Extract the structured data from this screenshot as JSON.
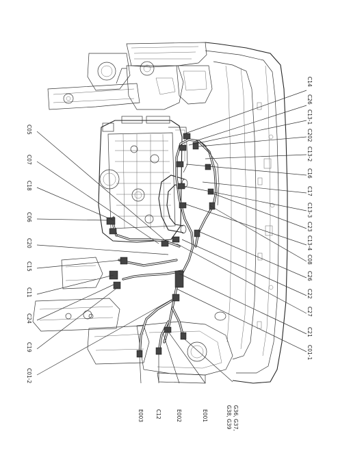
{
  "diagram": {
    "connector_labels": {
      "C14": "C14",
      "C26": "C26",
      "C13_1": "C13-1",
      "C202": "C202",
      "C13_2": "C13-2",
      "C16": "C16",
      "C17": "C17",
      "C13_3": "C13-3",
      "C23": "C23",
      "C13_4": "C13-4",
      "C08": "C08",
      "C26b": "C26",
      "C22": "C22",
      "C27": "C27",
      "C21": "C21",
      "C01_1": "C01-1",
      "C05": "C05",
      "C07": "C07",
      "C18": "C18",
      "C06": "C06",
      "C20": "C20",
      "C15": "C15",
      "C11": "C11",
      "C24": "C24",
      "C19": "C19",
      "C01_2": "C01-2",
      "E003": "E003",
      "C12": "C12",
      "E002": "E002",
      "E001": "E001",
      "G36_G37": "G36, G37,",
      "G38_G39": "G38, G39"
    }
  }
}
